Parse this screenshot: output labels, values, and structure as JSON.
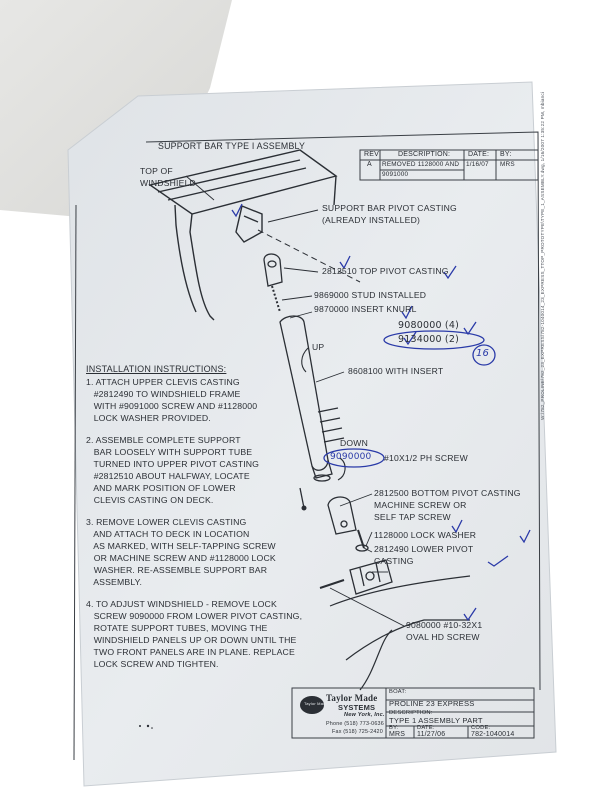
{
  "sheet": {
    "title": "SUPPORT BAR TYPE I ASSEMBLY",
    "revision": {
      "headers": [
        "REV",
        "DESCRIPTION:",
        "DATE:",
        "BY:"
      ],
      "row": {
        "rev": "A",
        "description_line1": "REMOVED 1128000 AND",
        "description_line2": "9091000",
        "date": "1/16/07",
        "by": "MRS"
      }
    },
    "side_path": "W:\\782_PROLINE\\782_23_EXPRESS\\782-1040014_23_EXPRESS_TTOP_PROTOTYPE\\TYPE_1_ASSEMBLY.dwg, 1/16/2007 1:35:22 PM, mbianci"
  },
  "callouts": {
    "top_of_windshield_1": "TOP OF",
    "top_of_windshield_2": "WINDSHIELD",
    "pivot_casting_1": "SUPPORT BAR PIVOT CASTING",
    "pivot_casting_2": "(ALREADY INSTALLED)",
    "top_pivot": "2812510 TOP PIVOT CASTING",
    "stud": "9869000 STUD INSTALLED",
    "knurl": "9870000 INSERT KNURL",
    "up": "UP",
    "down": "DOWN",
    "tube": "8608100 WITH INSERT",
    "ph_screw_suffix": "#10X1/2 PH SCREW",
    "bottom_pivot": "2812500 BOTTOM PIVOT CASTING",
    "machine_screw_1": "MACHINE SCREW OR",
    "machine_screw_2": "SELF TAP SCREW",
    "lock_washer": "1128000 LOCK WASHER",
    "lower_pivot_1": "2812490 LOWER PIVOT",
    "lower_pivot_2": "CASTING",
    "oval_screw_1": "9080000 #10-32X1",
    "oval_screw_2": "OVAL HD SCREW"
  },
  "handwritten": {
    "part_a": "9080000 (4)",
    "part_b": "9134000 (2)",
    "circled_number": "16",
    "circled_part": "9090000"
  },
  "instructions": {
    "heading": "INSTALLATION INSTRUCTIONS:",
    "step1": "1. ATTACH UPPER CLEVIS CASTING\n   #2812490 TO WINDSHIELD FRAME\n   WITH #9091000 SCREW AND #1128000\n   LOCK WASHER PROVIDED.",
    "step2": "2. ASSEMBLE COMPLETE SUPPORT\n   BAR LOOSELY WITH SUPPORT TUBE\n   TURNED INTO UPPER PIVOT CASTING\n   #2812510 ABOUT HALFWAY, LOCATE\n   AND MARK POSITION OF LOWER\n   CLEVIS CASTING ON DECK.",
    "step3": "3. REMOVE LOWER CLEVIS CASTING\n   AND ATTACH TO DECK IN LOCATION\n   AS MARKED, WITH SELF-TAPPING SCREW\n   OR MACHINE SCREW AND #1128000 LOCK\n   WASHER. RE-ASSEMBLE SUPPORT BAR\n   ASSEMBLY.",
    "step4": "4. TO ADJUST WINDSHIELD - REMOVE LOCK\n   SCREW 9090000 FROM LOWER PIVOT CASTING,\n   ROTATE SUPPORT TUBES, MOVING THE\n   WINDSHIELD PANELS UP OR DOWN UNTIL THE\n   TWO FRONT PANELS ARE IN PLANE. REPLACE\n   LOCK SCREW AND TIGHTEN."
  },
  "title_block": {
    "logo_text": "Taylor Made",
    "company_line1": "Taylor Made",
    "company_line2": "SYSTEMS",
    "company_line3": "New York, Inc.",
    "phone": "Phone (518) 773-0636",
    "fax": "Fax (518) 725-2420",
    "boat_label": "BOAT:",
    "boat_value": "PROLINE 23 EXPRESS",
    "desc_label": "DESCRIPTION:",
    "desc_value": "TYPE 1 ASSEMBLY PART",
    "by_label": "BY:",
    "by_value": "MRS",
    "date_label": "DATE:",
    "date_value": "11/27/06",
    "code_label": "CODE:",
    "code_value": "782-1040014"
  },
  "colors": {
    "paper": "#e8ebee",
    "ink": "#2b2f35",
    "pen": "#2a3aa8"
  }
}
